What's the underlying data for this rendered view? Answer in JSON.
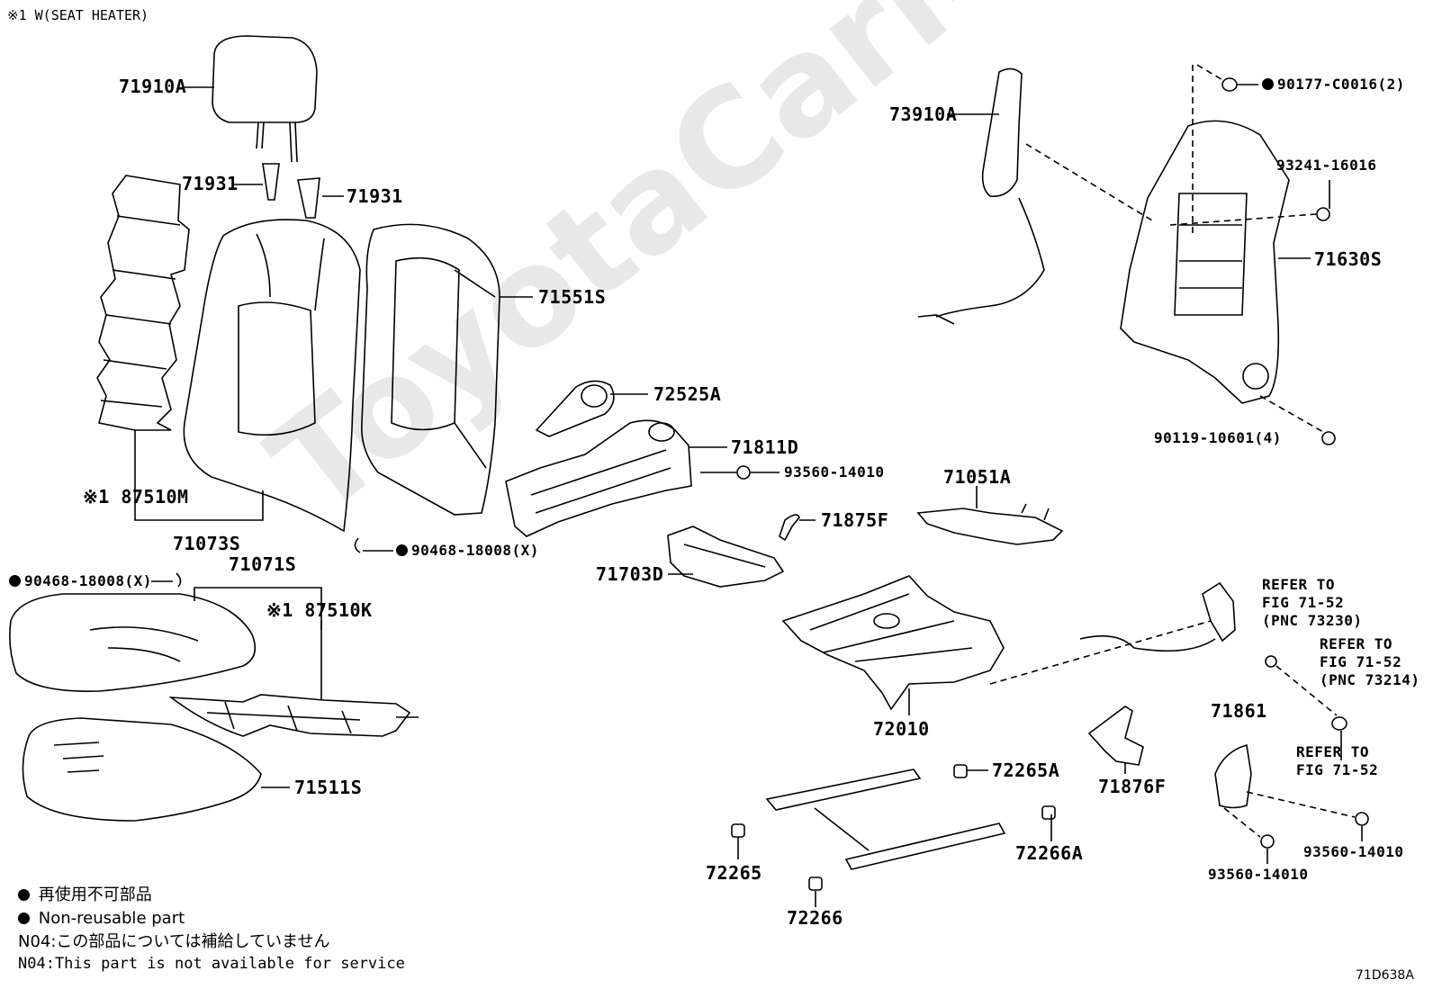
{
  "header": {
    "note": "※1 W(SEAT HEATER)"
  },
  "watermark": "ToyotaCarMine.ru",
  "diagram_id": "71D638A",
  "legend": {
    "non_reusable_jp": "再使用不可部品",
    "non_reusable_en": "Non-reusable part",
    "n04_jp": "N04:この部品については補給していません",
    "n04_en": "N04:This part is not available for service"
  },
  "parts": {
    "p71910A": "71910A",
    "p71931_a": "71931",
    "p71931_b": "71931",
    "p71551S": "71551S",
    "p87510M": "※1 87510M",
    "p71073S": "71073S",
    "p90468_a": "90468-18008(X)",
    "p90468_b": "90468-18008(X)",
    "p71071S": "71071S",
    "p87510K": "※1 87510K",
    "p71511S": "71511S",
    "p72525A": "72525A",
    "p71811D": "71811D",
    "p93560_a": "93560-14010",
    "p71875F": "71875F",
    "p71703D": "71703D",
    "p71051A": "71051A",
    "p72010": "72010",
    "p72265A": "72265A",
    "p72265": "72265",
    "p72266": "72266",
    "p72266A": "72266A",
    "p71876F": "71876F",
    "p71861": "71861",
    "p93560_b": "93560-14010",
    "p93560_c": "93560-14010",
    "p73910A": "73910A",
    "p90177": "90177-C0016(2)",
    "p93241": "93241-16016",
    "p71630S": "71630S",
    "p90119": "90119-10601(4)"
  },
  "refs": {
    "r1_l1": "REFER TO",
    "r1_l2": "FIG 71-52",
    "r1_l3": "(PNC 73230)",
    "r2_l1": "REFER TO",
    "r2_l2": "FIG 71-52",
    "r2_l3": "(PNC 73214)",
    "r3_l1": "REFER TO",
    "r3_l2": "FIG 71-52"
  }
}
